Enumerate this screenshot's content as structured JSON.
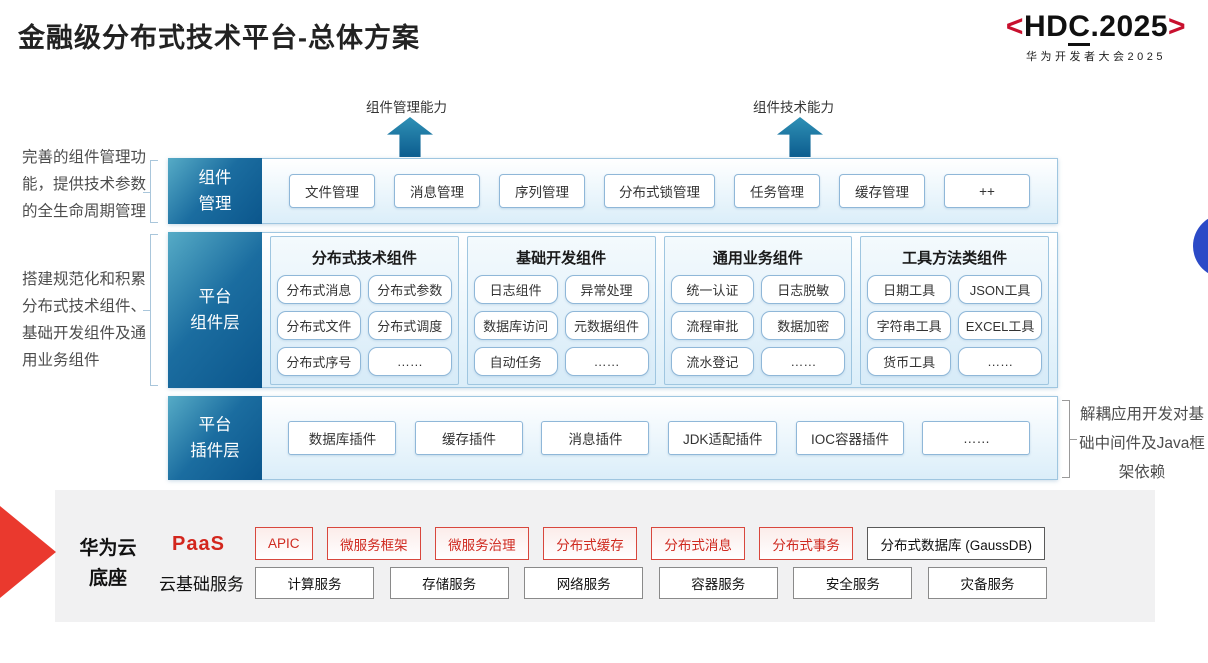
{
  "title": "金融级分布式技术平台-总体方案",
  "logo": {
    "lb": "<",
    "pre": "HD",
    "c": "C",
    "post": ".2025",
    "rb": ">",
    "subtitle": "华为开发者大会2025"
  },
  "capabilities": {
    "left": "组件管理能力",
    "right": "组件技术能力"
  },
  "notes": {
    "left_top": "完善的组件管理功能，提供技术参数的全生命周期管理",
    "left_bottom": "搭建规范化和积累分布式技术组件、基础开发组件及通用业务组件",
    "right": "解耦应用开发对基础中间件及Java框架依赖"
  },
  "management": {
    "label": "组件\n管理",
    "items": [
      "文件管理",
      "消息管理",
      "序列管理",
      "分布式锁管理",
      "任务管理",
      "缓存管理",
      "++"
    ]
  },
  "platform": {
    "label": "平台\n组件层",
    "groups": [
      {
        "title": "分布式技术组件",
        "items": [
          "分布式消息",
          "分布式参数",
          "分布式文件",
          "分布式调度",
          "分布式序号",
          "……"
        ]
      },
      {
        "title": "基础开发组件",
        "items": [
          "日志组件",
          "异常处理",
          "数据库访问",
          "元数据组件",
          "自动任务",
          "……"
        ]
      },
      {
        "title": "通用业务组件",
        "items": [
          "统一认证",
          "日志脱敏",
          "流程审批",
          "数据加密",
          "流水登记",
          "……"
        ]
      },
      {
        "title": "工具方法类组件",
        "items": [
          "日期工具",
          "JSON工具",
          "字符串工具",
          "EXCEL工具",
          "货币工具",
          "……"
        ]
      }
    ]
  },
  "plugins": {
    "label": "平台\n插件层",
    "items": [
      "数据库插件",
      "缓存插件",
      "消息插件",
      "JDK适配插件",
      "IOC容器插件",
      "……"
    ]
  },
  "foundation": {
    "label": "华为云\n底座",
    "paas_label": "PaaS",
    "paas_items": [
      "APIC",
      "微服务框架",
      "微服务治理",
      "分布式缓存",
      "分布式消息",
      "分布式事务"
    ],
    "paas_plain_item": "分布式数据库 (GaussDB)",
    "iaas_label": "云基础服务",
    "iaas_items": [
      "计算服务",
      "存储服务",
      "网络服务",
      "容器服务",
      "安全服务",
      "灾备服务"
    ]
  },
  "colors": {
    "brand_red": "#C8102E",
    "accent_red": "#EA392E",
    "label_blue": "#0B568C",
    "arrow_teal": "#16749E",
    "border_blue": "#8FB7D8",
    "circle_blue": "#2B4AC7"
  }
}
